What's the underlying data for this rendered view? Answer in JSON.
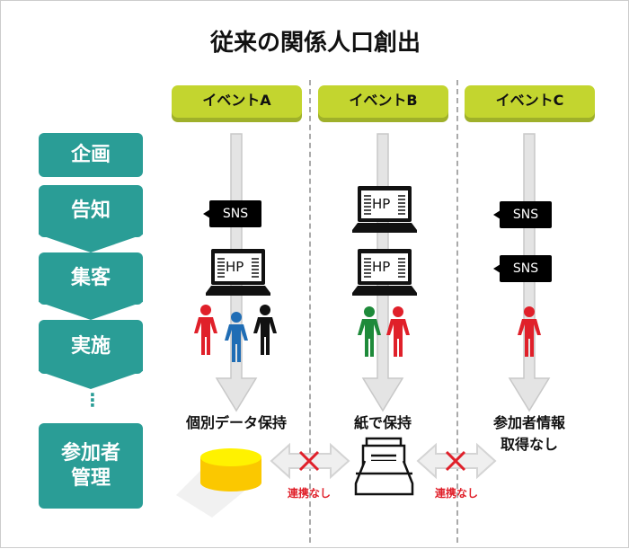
{
  "title": "従来の関係人口創出",
  "events": [
    {
      "label": "イベントA"
    },
    {
      "label": "イベントB"
    },
    {
      "label": "イベントC"
    }
  ],
  "stages": [
    "企画",
    "告知",
    "集客",
    "実施",
    "参加者\n管理"
  ],
  "stage_ellipsis": "⋮",
  "sns_label": "SNS",
  "hp_label": "HP",
  "results": {
    "a": "個別データ保持",
    "b": "紙で保持",
    "c": "参加者情報\n取得なし"
  },
  "no_link_label": "連携なし",
  "colors": {
    "event_green": "#c3d52f",
    "stage_teal": "#2a9d96",
    "x_red": "#e0202a",
    "db_yellow": "#ffd800"
  }
}
